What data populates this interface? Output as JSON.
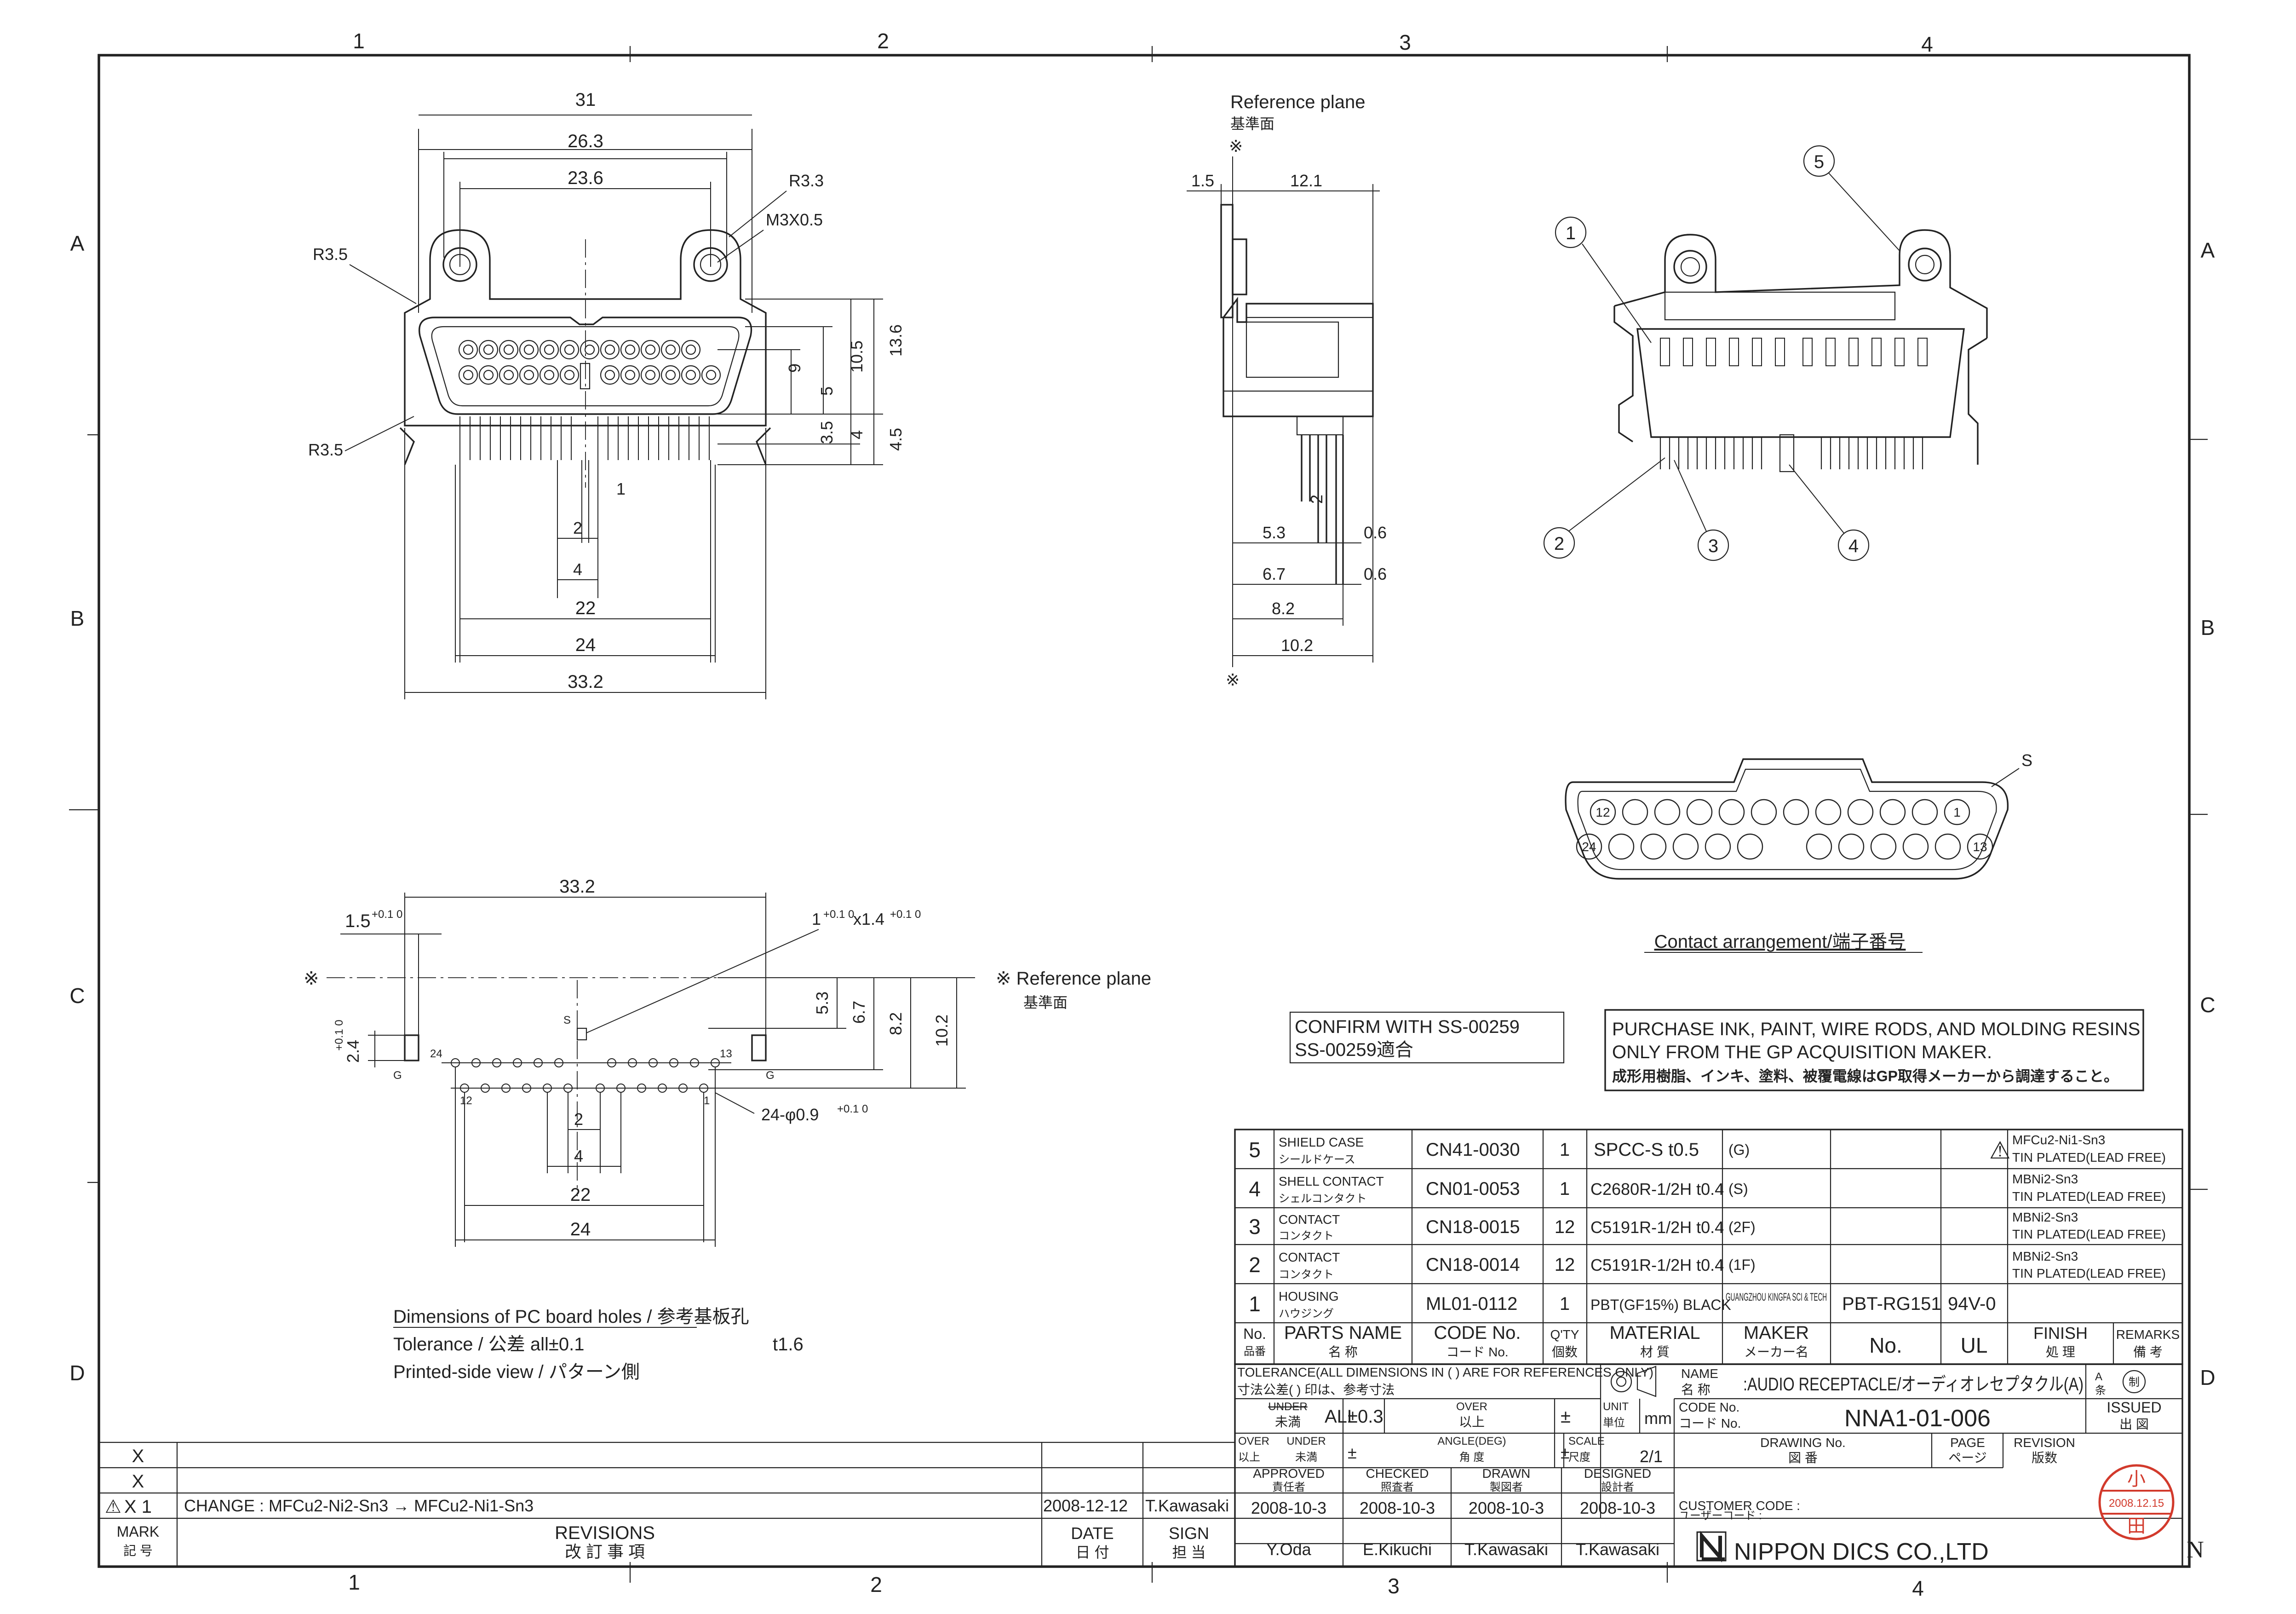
{
  "frame": {
    "columns_top": [
      "1",
      "2",
      "3",
      "4"
    ],
    "columns_bottom": [
      "1",
      "2",
      "3",
      "4"
    ],
    "rows_left": [
      "A",
      "B",
      "C",
      "D"
    ],
    "rows_right": [
      "A",
      "B",
      "C",
      "D"
    ],
    "corner_mark": "N"
  },
  "front_view": {
    "dims": {
      "d31": "31",
      "d263": "26.3",
      "d236": "23.6",
      "r33": "R3.3",
      "m3": "M3X0.5",
      "r35a": "R3.5",
      "r35b": "R3.5",
      "d9": "9",
      "d5": "5",
      "d105": "10.5",
      "d136": "13.6",
      "d35": "3.5",
      "d4": "4",
      "d45": "4.5",
      "d1": "1",
      "d2": "2",
      "d4b": "4",
      "d22": "22",
      "d24": "24",
      "d332": "33.2"
    }
  },
  "side_view": {
    "ref_plane": "Reference plane",
    "ref_plane_jp": "基準面",
    "mark": "※",
    "dims": {
      "d15": "1.5",
      "d121": "12.1",
      "d53": "5.3",
      "d06a": "0.6",
      "d67": "6.7",
      "d06b": "0.6",
      "d82": "8.2",
      "d102": "10.2",
      "d2": "2"
    },
    "mark_bottom": "※"
  },
  "iso_view": {
    "balloons": [
      "1",
      "2",
      "3",
      "4",
      "5"
    ]
  },
  "contact_arrangement": {
    "s_label": "S",
    "pin_12": "12",
    "pin_1": "1",
    "pin_24": "24",
    "pin_13": "13",
    "caption": "Contact arrangement/端子番号"
  },
  "pcb_view": {
    "dims": {
      "d332": "33.2",
      "d15": "1.5",
      "d15_tol": "+0.1 0",
      "slot": "1",
      "slot_tol1": "+0.1 0",
      "slot_x": "x1.4",
      "slot_tol2": "+0.1 0",
      "d53": "5.3",
      "d67": "6.7",
      "d82": "8.2",
      "d102": "10.2",
      "d24h": "2.4",
      "d24h_tol": "+0.1 0",
      "holes": "24-φ0.9",
      "holes_tol": "+0.1 0",
      "d2": "2",
      "d4": "4",
      "d22": "22",
      "d24": "24",
      "p24": "24",
      "p13": "13",
      "p12": "12",
      "p1": "1",
      "g1": "G",
      "g2": "G",
      "s": "S"
    },
    "mark": "※",
    "ref_plane": "※ Reference plane",
    "ref_plane_jp": "基準面",
    "caption_line1": "Dimensions of PC board holes / 参考基板孔",
    "caption_line2": "Tolerance / 公差 all±0.1",
    "caption_line3": "Printed-side view / パターン側",
    "thickness": "t1.6"
  },
  "notes": {
    "confirm_1": "CONFIRM WITH SS-00259",
    "confirm_2": "SS-00259適合",
    "purchase_1": "PURCHASE INK, PAINT, WIRE RODS, AND MOLDING RESINS",
    "purchase_2": "ONLY FROM THE GP ACQUISITION MAKER.",
    "purchase_3": "成形用樹脂、インキ、塗料、被覆電線はGP取得メーカーから調達すること。"
  },
  "bom": {
    "rows": [
      {
        "no": "5",
        "name": "SHIELD CASE",
        "name_jp": "シールドケース",
        "code": "CN41-0030",
        "qty": "1",
        "material": "SPCC-S  t0.5",
        "mark": "(G)",
        "maker": "",
        "grade": "",
        "ul": "",
        "alert": "⚠",
        "finish_1": "MFCu2-Ni1-Sn3",
        "finish_2": "TIN PLATED(LEAD FREE)"
      },
      {
        "no": "4",
        "name": "SHELL CONTACT",
        "name_jp": "シェルコンタクト",
        "code": "CN01-0053",
        "qty": "1",
        "material": "C2680R-1/2H t0.4",
        "mark": "(S)",
        "maker": "",
        "grade": "",
        "ul": "",
        "alert": "",
        "finish_1": "MBNi2-Sn3",
        "finish_2": "TIN PLATED(LEAD FREE)"
      },
      {
        "no": "3",
        "name": "CONTACT",
        "name_jp": "コンタクト",
        "code": "CN18-0015",
        "qty": "12",
        "material": "C5191R-1/2H t0.4",
        "mark": "(2F)",
        "maker": "",
        "grade": "",
        "ul": "",
        "alert": "",
        "finish_1": "MBNi2-Sn3",
        "finish_2": "TIN PLATED(LEAD FREE)"
      },
      {
        "no": "2",
        "name": "CONTACT",
        "name_jp": "コンタクト",
        "code": "CN18-0014",
        "qty": "12",
        "material": "C5191R-1/2H t0.4",
        "mark": "(1F)",
        "maker": "",
        "grade": "",
        "ul": "",
        "alert": "",
        "finish_1": "MBNi2-Sn3",
        "finish_2": "TIN PLATED(LEAD FREE)"
      },
      {
        "no": "1",
        "name": "HOUSING",
        "name_jp": "ハウジング",
        "code": "ML01-0112",
        "qty": "1",
        "material": "PBT(GF15%) BLACK",
        "mark": "",
        "maker": "GUANGZHOU KINGFA SCI & TECH",
        "grade": "PBT-RG151",
        "ul": "94V-0",
        "alert": "",
        "finish_1": "",
        "finish_2": ""
      }
    ],
    "header": {
      "no": "No.",
      "no_jp": "品番",
      "parts": "PARTS NAME",
      "parts_jp": "名    称",
      "code": "CODE No.",
      "code_jp": "コード No.",
      "qty": "Q'TY",
      "qty_jp": "個数",
      "material": "MATERIAL",
      "material_jp": "材    質",
      "maker": "MAKER",
      "maker_jp": "メーカー名",
      "no2": "No.",
      "ul": "UL",
      "finish": "FINISH",
      "finish_jp": "処    理",
      "remarks": "REMARKS",
      "remarks_jp": "備  考"
    }
  },
  "title_block": {
    "tolerance": "TOLERANCE(ALL DIMENSIONS IN ( ) ARE FOR REFERENCES ONLY)",
    "tolerance_jp": "寸法公差(  ) 印は、参考寸法",
    "under": "UNDER",
    "under_jp": "未満",
    "all": "ALL",
    "all_tol": "±0.3",
    "over": "OVER",
    "over_jp": "以上",
    "pm": "±",
    "over2": "OVER",
    "over2_jp": "以上",
    "under2": "UNDER",
    "under2_jp": "未満",
    "pm2": "±",
    "angle": "ANGLE(DEG)",
    "angle_jp": "角  度",
    "pm3": "±",
    "unit": "UNIT",
    "unit_jp": "単位",
    "unit_val": "mm",
    "scale": "SCALE",
    "scale_jp": "尺度",
    "scale_val": "2/1",
    "name_label": "NAME",
    "name_label_jp": "名 称",
    "name_val": ":AUDIO RECEPTACLE/オーディオレセプタクル(A)",
    "code_label": "CODE No.",
    "code_label_jp": "コード No.",
    "code_val": "NNA1-01-006",
    "issued": "ISSUED",
    "issued_jp": "出  図",
    "drawing_no": "DRAWING No.",
    "drawing_no_jp": "図  番",
    "page": "PAGE",
    "page_jp": "ページ",
    "revision": "REVISION",
    "revision_jp": "版数",
    "approved": "APPROVED",
    "approved_jp": "責任者",
    "checked": "CHECKED",
    "checked_jp": "照査者",
    "drawn": "DRAWN",
    "drawn_jp": "製図者",
    "designed": "DESIGNED",
    "designed_jp": "設計者",
    "date_approved": "2008-10-3",
    "date_checked": "2008-10-3",
    "date_drawn": "2008-10-3",
    "date_designed": "2008-10-3",
    "name_approved": "Y.Oda",
    "name_checked": "E.Kikuchi",
    "name_drawn": "T.Kawasaki",
    "name_designed": "T.Kawasaki",
    "customer": "CUSTOMER CODE :",
    "customer_jp": "ユーザーコード :",
    "company": "NIPPON DICS CO.,LTD",
    "stamp_top": "小",
    "stamp_date": "2008.12.15",
    "stamp_bottom": "田",
    "a_label": "A",
    "a_jp": "条",
    "circle_label": "制"
  },
  "revisions": {
    "row1_mark": "X",
    "row2_mark": "X",
    "row3_mark": "X 1",
    "row3_alert": "⚠",
    "change": "CHANGE : MFCu2-Ni2-Sn3 → MFCu2-Ni1-Sn3",
    "date": "2008-12-12",
    "sign": "T.Kawasaki",
    "mark_h": "MARK",
    "mark_h_jp": "記  号",
    "revisions_h": "REVISIONS",
    "revisions_h_jp": "改  訂  事  項",
    "date_h": "DATE",
    "date_h_jp": "日  付",
    "sign_h": "SIGN",
    "sign_h_jp": "担  当"
  }
}
